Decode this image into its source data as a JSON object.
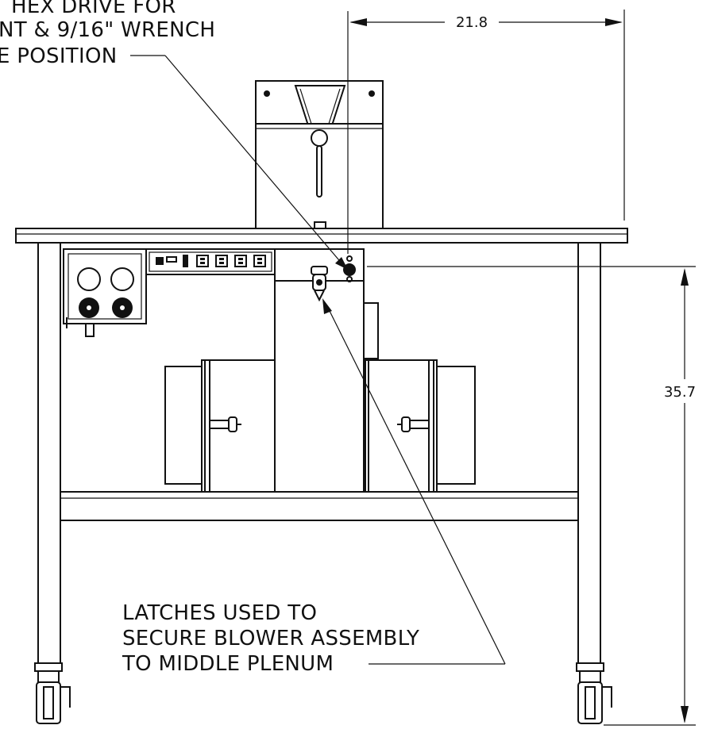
{
  "callouts": {
    "hex_drive": {
      "lines": [
        "HEX DRIVE FOR",
        "NT & 9/16\" WRENCH",
        "E POSITION"
      ]
    },
    "latches": {
      "lines": [
        "LATCHES USED TO",
        "SECURE BLOWER ASSEMBLY",
        "TO MIDDLE PLENUM"
      ]
    }
  },
  "dimensions": {
    "width": "21.8",
    "height": "35.7"
  },
  "colors": {
    "line": "#111111",
    "background": "#ffffff"
  }
}
